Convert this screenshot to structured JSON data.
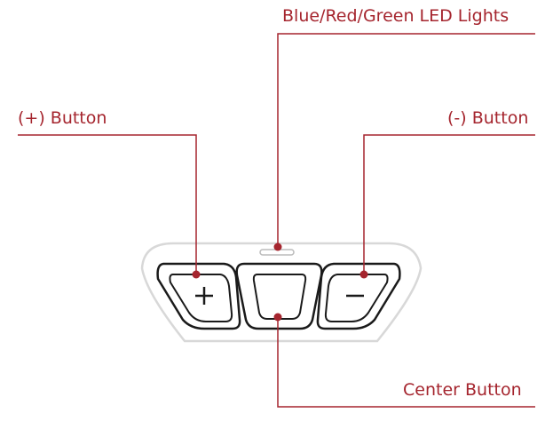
{
  "colors": {
    "accent": "#a5252e",
    "outline": "#1a1a1a",
    "housing": "#d8d8d8",
    "text": "#a5252e"
  },
  "callouts": {
    "led": {
      "label": "Blue/Red/Green LED Lights"
    },
    "plus": {
      "label": "(+) Button"
    },
    "minus": {
      "label": "(-) Button"
    },
    "center": {
      "label": "Center Button"
    }
  },
  "icons": {
    "plus": "plus-icon",
    "minus": "minus-icon"
  }
}
